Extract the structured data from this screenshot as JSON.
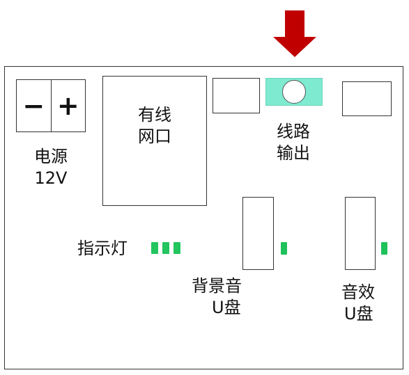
{
  "power": {
    "minus": "−",
    "plus": "+",
    "label_line1": "电源",
    "label_line2": "12V"
  },
  "ethernet": {
    "label_line1": "有线",
    "label_line2": "网口"
  },
  "line_out": {
    "label_line1": "线路",
    "label_line2": "输出",
    "highlight_color": "#7eead0"
  },
  "indicator": {
    "label": "指示灯",
    "led_color": "#22c55e"
  },
  "bgm_usb": {
    "label_line1": "背景音",
    "label_line2": "U盘"
  },
  "sfx_usb": {
    "label_line1": "音效",
    "label_line2": "U盘"
  },
  "arrow": {
    "color": "#c00000"
  }
}
